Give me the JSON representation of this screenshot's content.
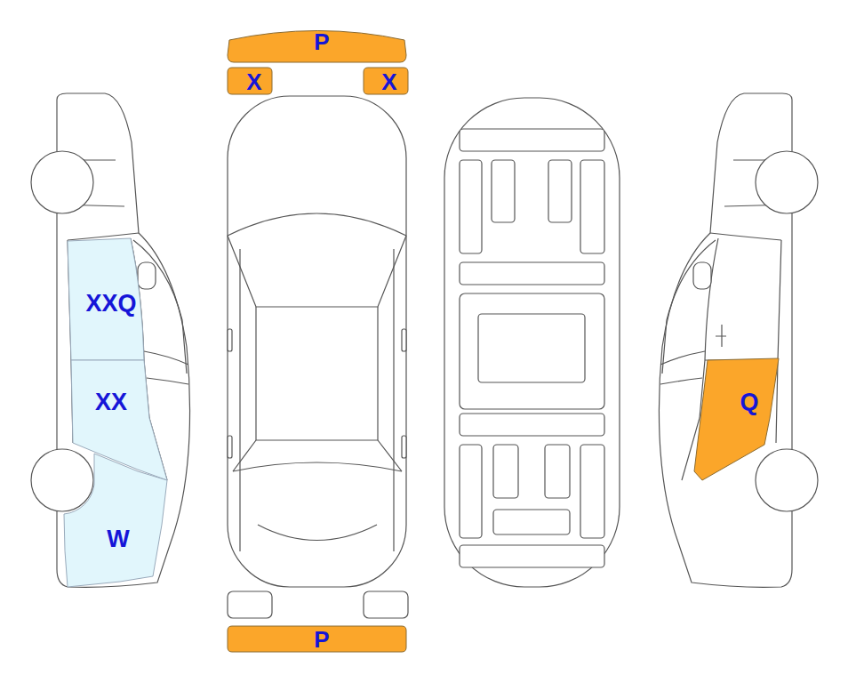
{
  "diagram": {
    "nodes": [
      {
        "text": [
          "P"
        ]
      },
      {
        "text": [
          "X"
        ]
      },
      {
        "text": [
          "X"
        ]
      },
      {
        "text": [
          "XXQ"
        ]
      },
      {
        "text": [
          "XX"
        ]
      },
      {
        "text": [
          "W"
        ]
      },
      {
        "text": [
          "Q"
        ]
      },
      {
        "text": [
          "P"
        ]
      }
    ]
  }
}
